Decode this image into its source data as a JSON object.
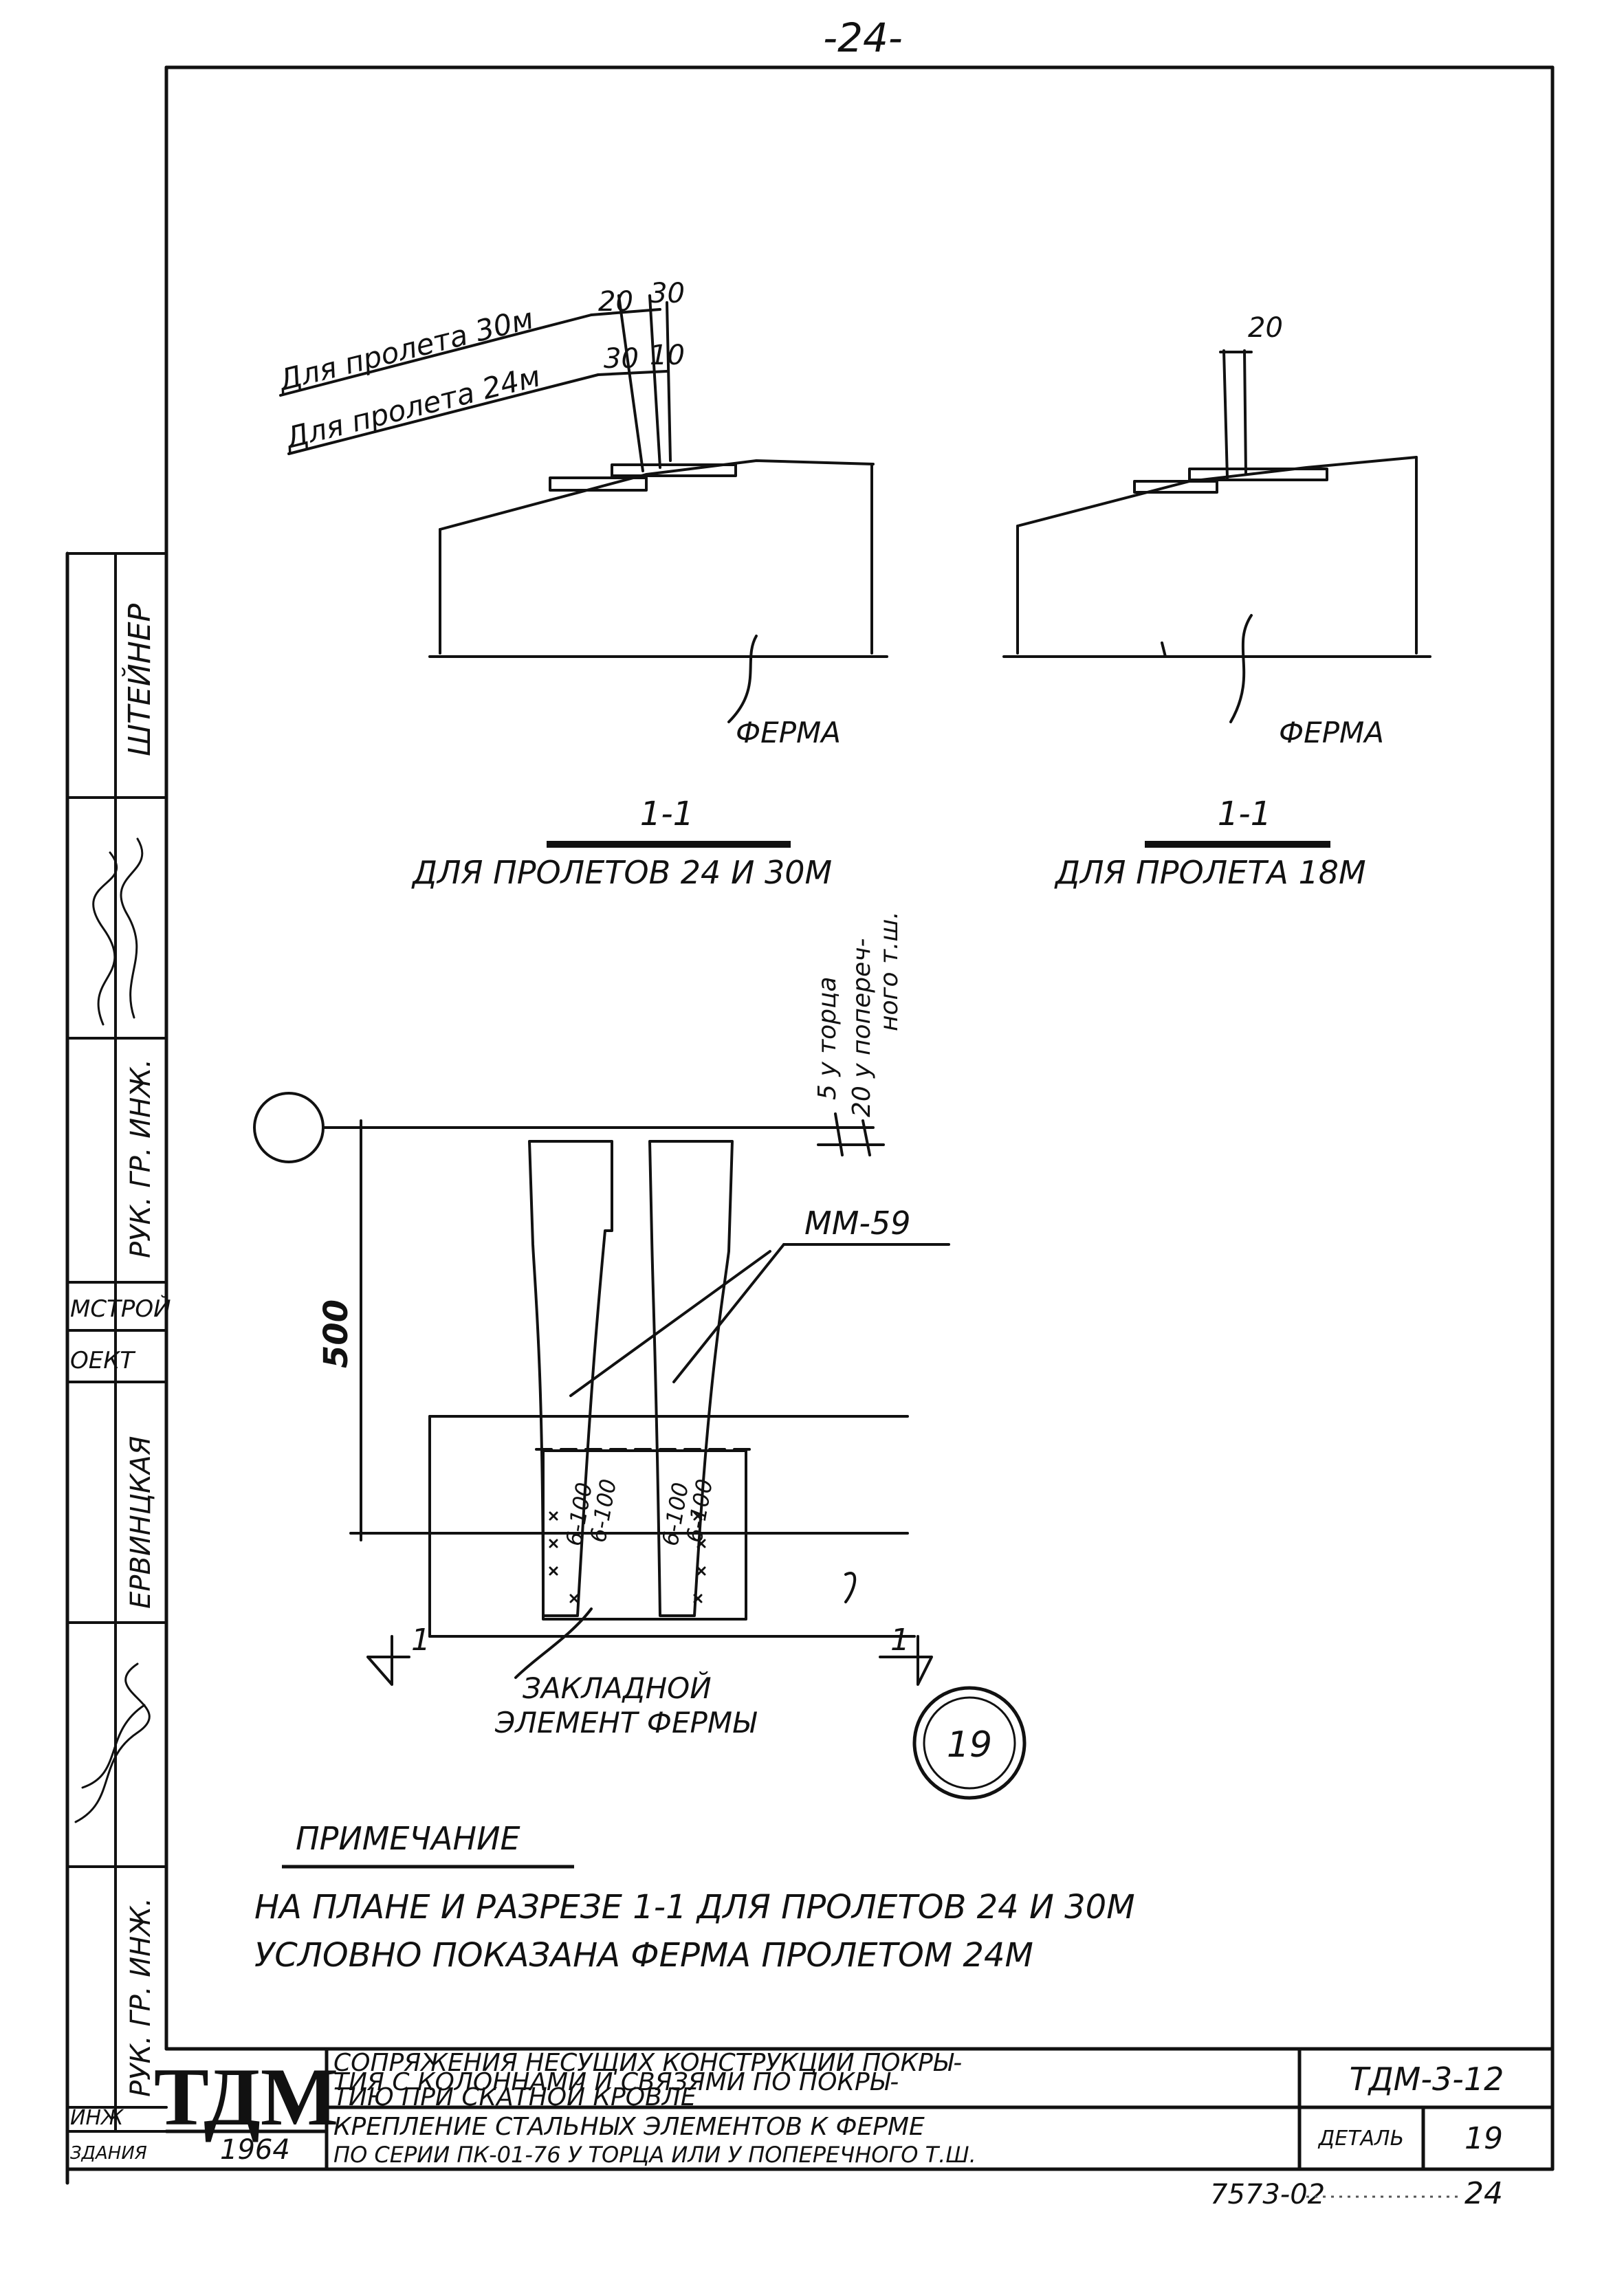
{
  "page_number": "-24-",
  "left_strip": {
    "labels": [
      "ШТЕЙНЕР",
      "РУК. ГР. ИНЖ.",
      "МСТРОЙ",
      "ОЕКТ",
      "ЕРВИНЦКАЯ",
      "РУК. ГР. ИНЖ.",
      "ИНЖ",
      "ЗДАНИЯ"
    ]
  },
  "section_left": {
    "label_30m": "Для пролета 30м",
    "label_24m": "Для пролета 24м",
    "dim_top": [
      "20",
      "30"
    ],
    "dim_bottom": [
      "30",
      "10"
    ],
    "ferma": "ФЕРМА",
    "title_num": "1-1",
    "title_text": "ДЛЯ ПРОЛЕТОВ 24 И 30М"
  },
  "section_right": {
    "dim": "20",
    "ferma": "ФЕРМА",
    "title_num": "1-1",
    "title_text": "ДЛЯ ПРОЛЕТА 18М"
  },
  "plan": {
    "dim_vertical": "500",
    "note_5": "5 у торца",
    "note_20": "20 у попереч-",
    "note_20b": "ного т.ш.",
    "mm_label": "ММ-59",
    "weld_labels": [
      "6-100",
      "6-100",
      "6-100",
      "6-100"
    ],
    "embedded_1": "ЗАКЛАДНОЙ",
    "embedded_2": "ЭЛЕМЕНТ ФЕРМЫ",
    "cut_left": "1",
    "cut_right": "1",
    "detail_no": "19"
  },
  "note": {
    "title": "ПРИМЕЧАНИЕ",
    "line1": "НА ПЛАНЕ И РАЗРЕЗЕ 1-1 ДЛЯ ПРОЛЕТОВ 24 И 30М",
    "line2": "УСЛОВНО ПОКАЗАНА ФЕРМА ПРОЛЕТОМ 24М"
  },
  "title_block": {
    "logo": "ТДМ",
    "year": "1964",
    "desc_1": "СОПРЯЖЕНИЯ НЕСУЩИХ КОНСТРУКЦИЙ ПОКРЫ-",
    "desc_2": "ТИЯ С КОЛОННАМИ И СВЯЗЯМИ ПО ПОКРЫ-",
    "desc_3": "ТИЮ ПРИ СКАТНОЙ КРОВЛЕ",
    "desc_4": "КРЕПЛЕНИЕ СТАЛЬНЫХ ЭЛЕМЕНТОВ К ФЕРМЕ",
    "desc_5": "ПО СЕРИИ ПК-01-76 У ТОРЦА ИЛИ У ПОПЕРЕЧНОГО Т.Ш.",
    "series": "ТДМ-3-12",
    "detail_label": "ДЕТАЛЬ",
    "detail_no": "19"
  },
  "footer_code": "7573-02",
  "footer_page": "24"
}
